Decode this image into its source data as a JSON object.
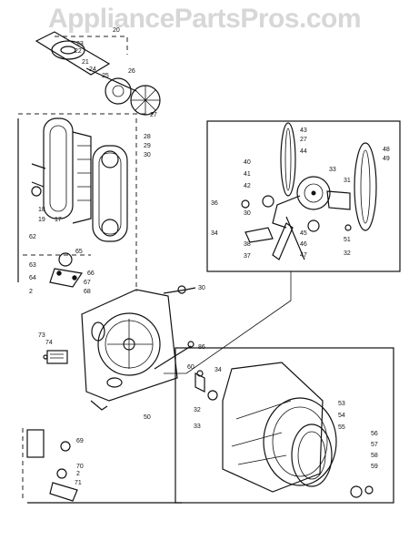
{
  "watermark": "AppliancePartsPros.com",
  "callouts": {
    "top_assembly": [
      "20",
      "23",
      "22",
      "21",
      "24",
      "25",
      "26",
      "27"
    ],
    "left_panel": [
      "28",
      "29",
      "30",
      "17",
      "19",
      "62",
      "65",
      "63",
      "64",
      "2",
      "67",
      "68",
      "66",
      "18"
    ],
    "mid_panel": [
      "30",
      "50",
      "86"
    ],
    "motor_box": [
      "43",
      "27",
      "44",
      "40",
      "41",
      "42",
      "30",
      "45",
      "46",
      "47",
      "37",
      "38",
      "34",
      "36",
      "48",
      "49",
      "31",
      "32",
      "33",
      "51"
    ],
    "drum_box": [
      "60",
      "34",
      "32",
      "53",
      "54",
      "55",
      "56",
      "57",
      "58",
      "59",
      "33"
    ],
    "bottom_left": [
      "69",
      "70",
      "71",
      "2",
      "73",
      "74"
    ]
  }
}
